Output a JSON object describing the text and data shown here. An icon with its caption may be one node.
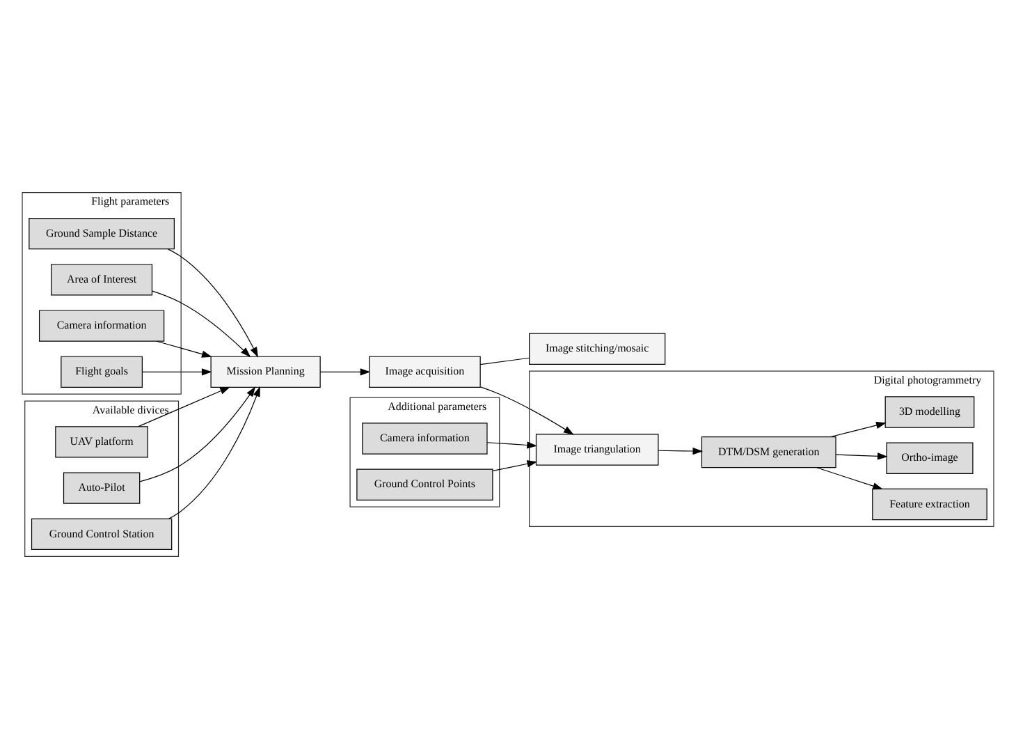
{
  "diagram": {
    "nodes": [
      {
        "text": [
          "Flight parameters"
        ]
      },
      {
        "text": [
          "Ground Sample Distance"
        ],
        "in": 0
      },
      {
        "text": [
          "Area of Interest"
        ],
        "in": 0
      },
      {
        "text": [
          "Camera information"
        ],
        "in": 0
      },
      {
        "text": [
          "Flight goals"
        ],
        "in": 0
      },
      {
        "text": [
          "Mission Planning"
        ]
      },
      {
        "text": [
          "Available divices"
        ]
      },
      {
        "text": [
          "UAV platform"
        ],
        "in": 6
      },
      {
        "text": [
          "Auto-Pilot"
        ],
        "in": 6
      },
      {
        "text": [
          "Ground Control Station"
        ],
        "in": 6
      },
      {
        "text": [
          "Image acquisition"
        ]
      },
      {
        "text": [
          "Image stitching/mosaic"
        ]
      },
      {
        "text": [
          "Additional parameters"
        ]
      },
      {
        "text": [
          "Camera information"
        ],
        "in": 12
      },
      {
        "text": [
          "Ground Control Points"
        ],
        "in": 12
      },
      {
        "text": [
          "Digital photogrammetry"
        ]
      },
      {
        "text": [
          "Image triangulation"
        ],
        "in": 15
      },
      {
        "text": [
          "DTM/DSM generation"
        ],
        "in": 15
      },
      {
        "text": [
          "Feature extraction"
        ],
        "in": 15
      },
      {
        "text": [
          "Ortho-image"
        ],
        "in": 15
      },
      {
        "text": [
          "3D modelling"
        ],
        "in": 15
      }
    ],
    "edges": [
      {
        "from": 1,
        "to": 5,
        "arrow": "to"
      },
      {
        "from": 2,
        "to": 5,
        "arrow": "to"
      },
      {
        "from": 3,
        "to": 5,
        "arrow": "to"
      },
      {
        "from": 4,
        "to": 5,
        "arrow": "to"
      },
      {
        "from": 7,
        "to": 5,
        "arrow": "to"
      },
      {
        "from": 8,
        "to": 5,
        "arrow": "to"
      },
      {
        "from": 9,
        "to": 5,
        "arrow": "to"
      },
      {
        "from": 5,
        "to": 10,
        "arrow": "to"
      },
      {
        "from": 10,
        "to": 11,
        "arrow": "none"
      },
      {
        "from": 10,
        "to": 16,
        "arrow": "to"
      },
      {
        "from": 13,
        "to": 16,
        "arrow": "to"
      },
      {
        "from": 14,
        "to": 16,
        "arrow": "to"
      },
      {
        "from": 16,
        "to": 17,
        "arrow": "to"
      },
      {
        "from": 17,
        "to": 18,
        "arrow": "to"
      },
      {
        "from": 17,
        "to": 19,
        "arrow": "to"
      },
      {
        "from": 17,
        "to": 20,
        "arrow": "to"
      }
    ]
  }
}
